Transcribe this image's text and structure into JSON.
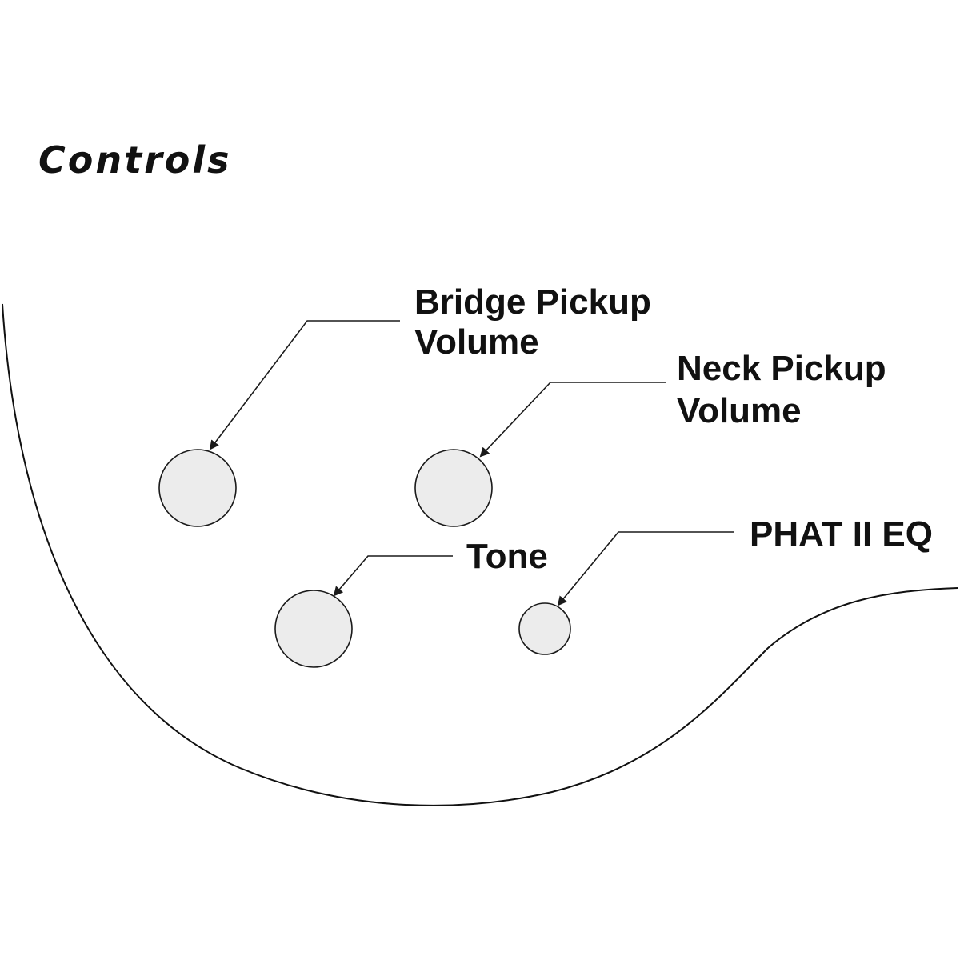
{
  "title": "Controls",
  "controls": [
    {
      "id": "bridge-volume",
      "label_lines": [
        "Bridge Pickup",
        "Volume"
      ]
    },
    {
      "id": "neck-volume",
      "label_lines": [
        "Neck Pickup",
        "Volume"
      ]
    },
    {
      "id": "tone",
      "label_lines": [
        "Tone"
      ]
    },
    {
      "id": "phat-eq",
      "label_lines": [
        "PHAT II EQ"
      ]
    }
  ],
  "colors": {
    "knob_fill": "#ececec",
    "line": "#111111",
    "background": "#ffffff"
  }
}
